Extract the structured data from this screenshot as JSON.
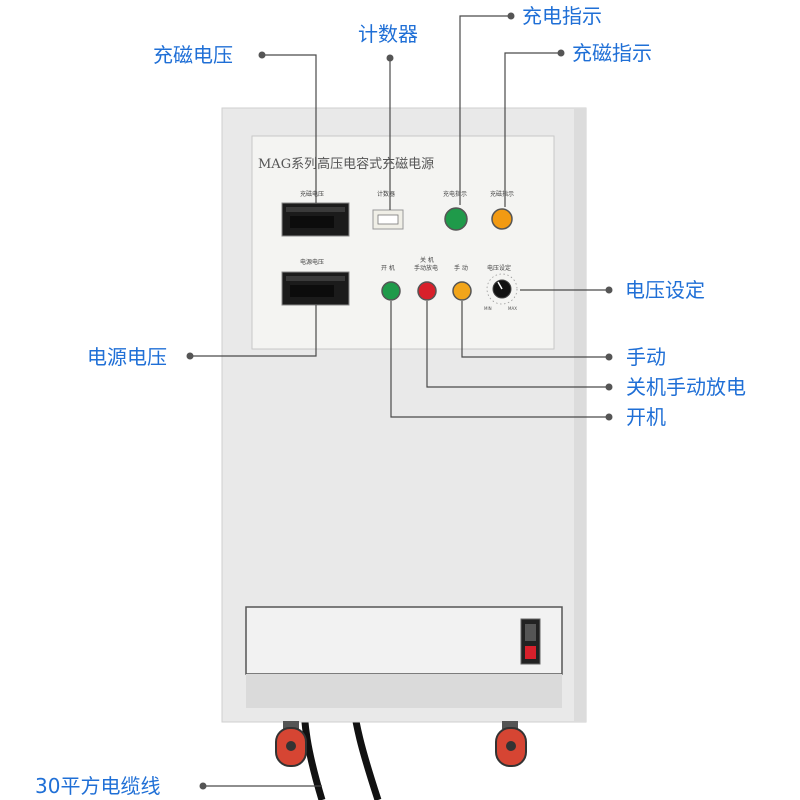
{
  "colors": {
    "callout_text": "#1f6fd6",
    "callout_line": "#4a4a4a",
    "cabinet": "#e9e9e9",
    "panel": "#f4f4f2",
    "button_green": "#1f9a4a",
    "button_red": "#d8202b",
    "button_yellow": "#f2a51a",
    "indicator_green": "#1f9a4a",
    "indicator_orange": "#f29a12",
    "wheel": "#d64533"
  },
  "icons": {
    "voltage_knob": "knob-icon",
    "power_switch": "rocker-switch-icon",
    "wheel": "caster-wheel-icon"
  },
  "callouts": {
    "charge_voltage": "充磁电压",
    "counter": "计数器",
    "charge_indicator": "充电指示",
    "magnetize_indicator": "充磁指示",
    "voltage_setting": "电压设定",
    "power_voltage": "电源电压",
    "manual": "手动",
    "shutdown_manual_discharge": "关机手动放电",
    "power_on": "开机",
    "cable": "30平方电缆线"
  },
  "panel": {
    "title": "MAG系列高压电容式充磁电源",
    "labels": {
      "charge_voltage": "充磁电压",
      "counter": "计数器",
      "charge_indicator": "充电指示",
      "magnetize_indicator": "充磁指示",
      "power_voltage": "电源电压",
      "power_on": "开 机",
      "shutdown_line1": "关 机",
      "shutdown_line2": "手动放电",
      "manual": "手 动",
      "voltage_setting": "电压设定",
      "knob_min": "MIN",
      "knob_max": "MAX"
    }
  }
}
